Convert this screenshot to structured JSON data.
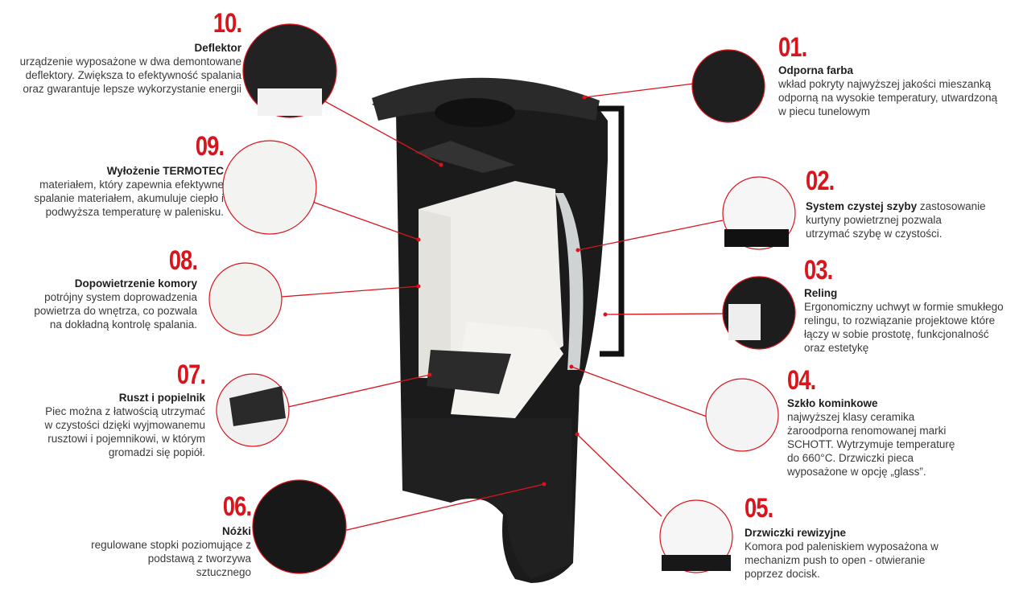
{
  "features": [
    {
      "num": "01.",
      "title": "Odporna farba",
      "text": "wkład pokryty najwyższej jakości mieszanką odporną na wysokie temperatury, utwardzoną w piecu tunelowym"
    },
    {
      "num": "02.",
      "title": "System czystej szyby",
      "text": " zastosowanie kurtyny powietrznej pozwala utrzymać szybę w czystości."
    },
    {
      "num": "03.",
      "title": "Reling",
      "text": "Ergonomiczny uchwyt w formie smukłego relingu, to rozwiązanie projektowe które łączy w sobie prostotę, funkcjonalność oraz estetykę"
    },
    {
      "num": "04.",
      "title": "Szkło kominkowe",
      "text": "najwyższej klasy ceramika żaroodporna renomowanej marki SCHOTT. Wytrzymuje temperaturę do 660°C. Drzwiczki pieca wyposażone w opcję „glass”."
    },
    {
      "num": "05.",
      "title": "Drzwiczki rewizyjne",
      "text": "Komora pod paleniskiem wyposażona w mechanizm push to open - otwieranie poprzez docisk."
    },
    {
      "num": "06.",
      "title": "Nóżki",
      "text": "regulowane stopki poziomujące z podstawą z tworzywa sztucznego"
    },
    {
      "num": "07.",
      "title": "Ruszt i popielnik",
      "text": "Piec można z łatwością utrzymać w czystości dzięki wyjmowanemu rusztowi i pojemnikowi, w którym gromadzi się popiół."
    },
    {
      "num": "08.",
      "title": "Dopowietrzenie komory",
      "text": "potrójny system doprowadzenia powietrza do wnętrza, co pozwala na dokładną kontrolę spalania."
    },
    {
      "num": "09.",
      "title": "Wyłożenie TERMOTEC",
      "text": "materiałem, który zapewnia efektywne spalanie materiałem, akumuluje ciepło i podwyższa temperaturę w palenisku."
    },
    {
      "num": "10.",
      "title": "Deflektor",
      "text": "urządzenie wyposażone w dwa demontowane deflektory. Zwiększa to efektywność spalania oraz gwarantuje lepsze wykorzystanie energii"
    }
  ],
  "colors": {
    "accent": "#d8141c",
    "stove": "#1c1c1c",
    "lining": "#eeeeea"
  }
}
